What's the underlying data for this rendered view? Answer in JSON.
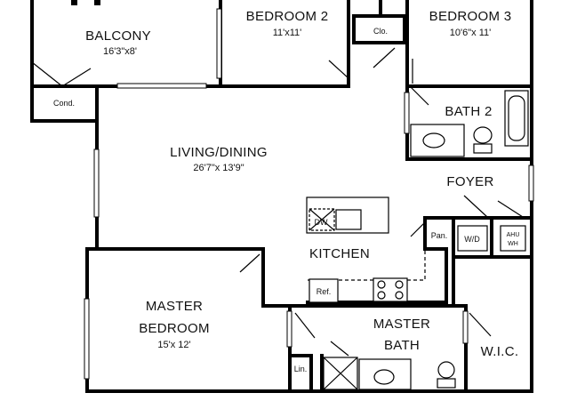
{
  "rooms": {
    "balcony": {
      "name": "BALCONY",
      "dims": "16'3\"x8'"
    },
    "bedroom2": {
      "name": "BEDROOM 2",
      "dims": "11'x11'"
    },
    "bedroom3": {
      "name": "BEDROOM 3",
      "dims": "10'6\"x 11'"
    },
    "living": {
      "name": "LIVING/DINING",
      "dims": "26'7\"x 13'9\""
    },
    "bath2": {
      "name": "BATH 2"
    },
    "foyer": {
      "name": "FOYER"
    },
    "kitchen": {
      "name": "KITCHEN"
    },
    "master": {
      "name_line1": "MASTER",
      "name_line2": "BEDROOM",
      "dims": "15'x 12'"
    },
    "masterbath": {
      "name_line1": "MASTER",
      "name_line2": "BATH"
    },
    "wic": {
      "name": "W.I.C."
    }
  },
  "labels": {
    "closet": "Clo.",
    "condenser": "Cond.",
    "dishwasher": "DW",
    "pantry": "Pan.",
    "washer_dryer": "W/D",
    "ahu_line1": "AHU",
    "ahu_line2": "WH",
    "refrigerator": "Ref.",
    "linen": "Lin."
  }
}
